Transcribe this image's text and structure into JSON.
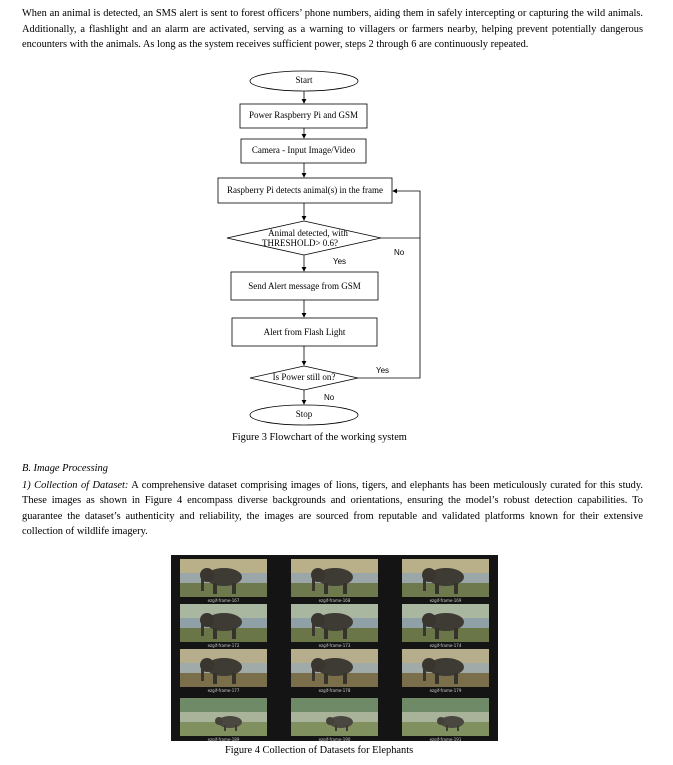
{
  "intro_paragraph": "When an animal is detected, an SMS alert is sent to forest officers’ phone numbers, aiding them in safely intercepting or capturing the wild animals. Additionally, a flashlight and an alarm are activated, serving as a warning to villagers or farmers nearby, helping prevent potentially dangerous encounters with the animals. As long as the system receives sufficient power, steps 2 through 6 are continuously repeated.",
  "flowchart": {
    "start": "Start",
    "power": "Power Raspberry Pi and GSM",
    "camera": "Camera - Input Image/Video",
    "detect": "Raspberry Pi detects animal(s) in the frame",
    "decision1_line1": "Animal detected, with",
    "decision1_line2": "THRESHOLD> 0.6?",
    "yes1": "Yes",
    "no1": "No",
    "sms": "Send Alert message from GSM",
    "flash": "Alert from Flash Light",
    "decision2": "Is Power still on?",
    "yes2": "Yes",
    "no2": "No",
    "stop": "Stop"
  },
  "figure3_caption": "Figure 3  Flowchart of the working system",
  "section_heading": "B.  Image Processing",
  "item1_label": "1)  Collection of Dataset:",
  "item1_text": "  A comprehensive dataset comprising images of lions, tigers, and elephants has been meticulously curated for this study. These images as shown in Figure 4 encompass diverse backgrounds and orientations, ensuring the model’s robust detection capabilities. To guarantee the dataset’s authenticity and reliability, the images are sourced from reputable and validated platforms known for their extensive collection of wildlife imagery.",
  "dataset_frames": [
    "ezgif-frame-167",
    "ezgif-frame-168",
    "ezgif-frame-169",
    "ezgif-frame-172",
    "ezgif-frame-173",
    "ezgif-frame-174",
    "ezgif-frame-177",
    "ezgif-frame-178",
    "ezgif-frame-179",
    "ezgif-frame-189",
    "ezgif-frame-190",
    "ezgif-frame-191"
  ],
  "figure4_caption": "Figure 4  Collection of Datasets for Elephants"
}
